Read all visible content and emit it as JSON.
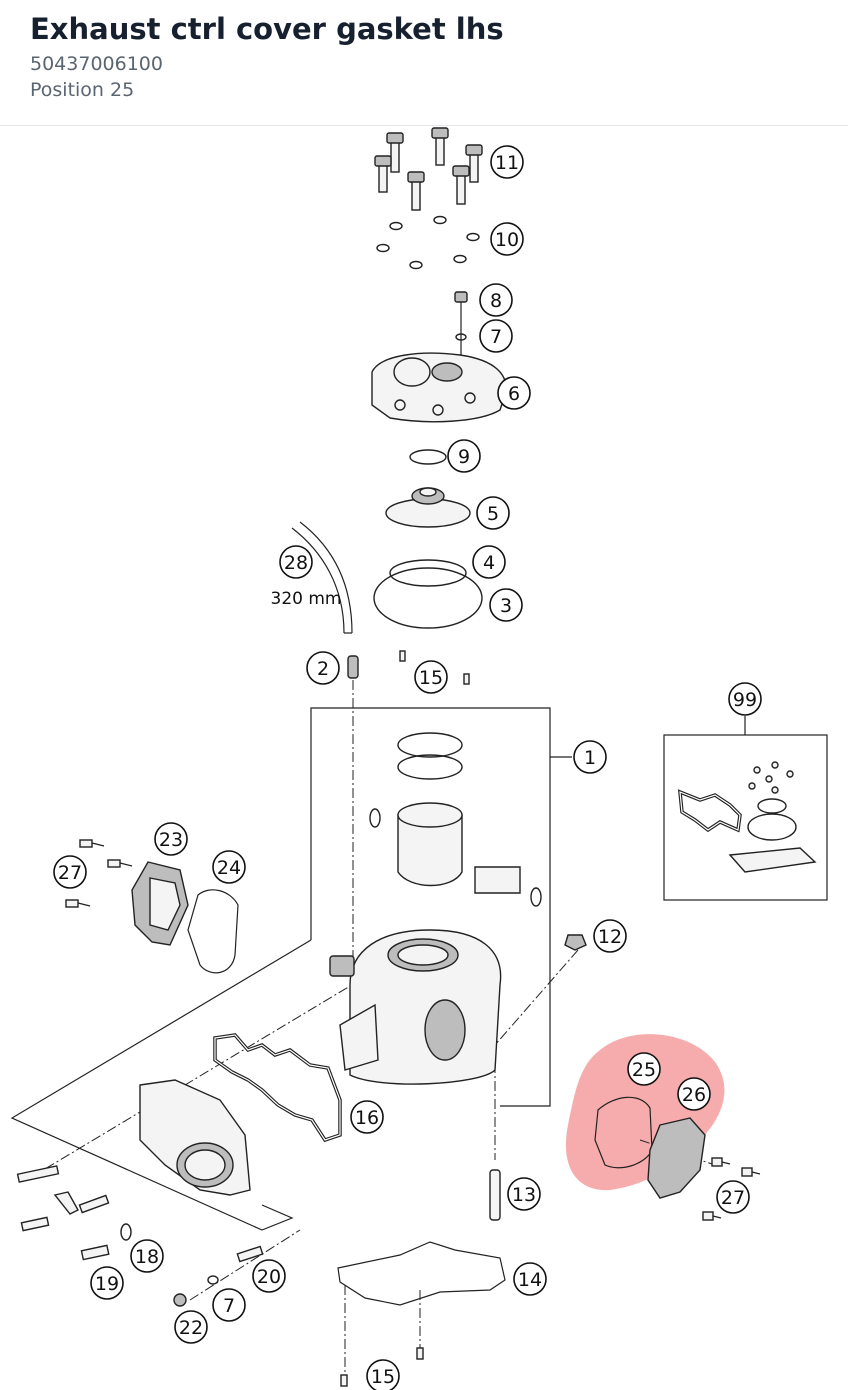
{
  "header": {
    "title": "Exhaust ctrl cover gasket lhs",
    "part_number": "50437006100",
    "position": "Position 25"
  },
  "diagram": {
    "hose_length_label": "320 mm",
    "highlight_color": "#f5a3a3",
    "callouts": [
      "11",
      "10",
      "8",
      "7",
      "6",
      "9",
      "5",
      "28",
      "4",
      "3",
      "2",
      "15",
      "1",
      "99",
      "23",
      "27",
      "24",
      "12",
      "25",
      "26",
      "16",
      "27",
      "13",
      "18",
      "19",
      "20",
      "7",
      "14",
      "22",
      "15"
    ]
  }
}
